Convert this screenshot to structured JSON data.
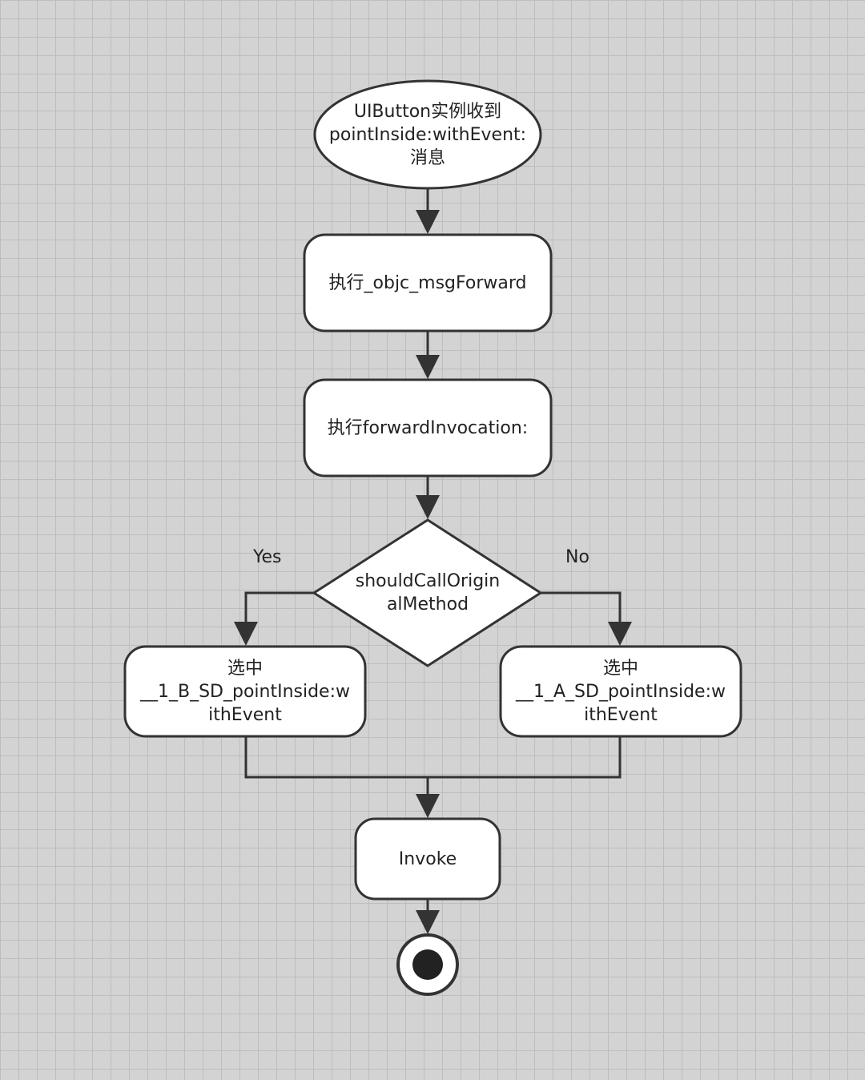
{
  "flowchart": {
    "start": {
      "text": "UIButton实例收到\npointInside:withEvent:\n消息"
    },
    "step_msgforward": {
      "text": "执行_objc_msgForward"
    },
    "step_forwardinvocation": {
      "text": "执行forwardInvocation:"
    },
    "decision": {
      "text": "shouldCallOrigin\nalMethod"
    },
    "yes_label": "Yes",
    "no_label": "No",
    "branch_yes": {
      "text": "选中\n__1_B_SD_pointInside:w\nithEvent"
    },
    "branch_no": {
      "text": "选中\n__1_A_SD_pointInside:w\nithEvent"
    },
    "invoke": {
      "text": "Invoke"
    }
  }
}
